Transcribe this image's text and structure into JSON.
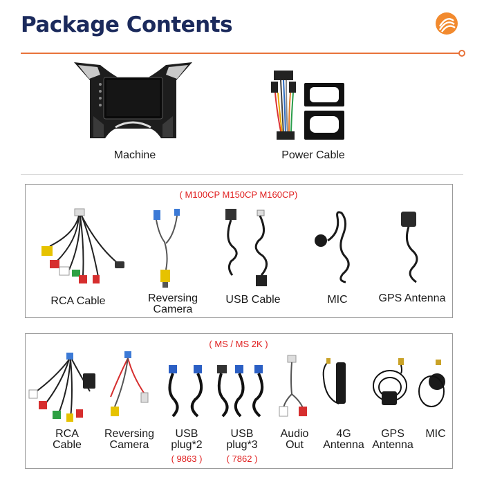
{
  "header": {
    "title": "Package Contents",
    "accent_color": "#e8733a",
    "title_color": "#1b2a5c",
    "logo_icon": "orange-coil-logo-icon"
  },
  "top_items": [
    {
      "label": "Machine",
      "icon": "car-head-unit-icon"
    },
    {
      "label": "Power Cable",
      "icon": "power-harness-icon"
    }
  ],
  "group1": {
    "title": "( M100CP M150CP M160CP)",
    "items": [
      {
        "label": "RCA Cable",
        "icon": "rca-cable-icon"
      },
      {
        "label": "Reversing Camera",
        "icon": "reversing-camera-cable-icon"
      },
      {
        "label": "USB Cable",
        "icon": "usb-cable-icon"
      },
      {
        "label": "MIC",
        "icon": "microphone-icon"
      },
      {
        "label": "GPS Antenna",
        "icon": "gps-antenna-icon"
      }
    ]
  },
  "group2": {
    "title": "( MS / MS 2K )",
    "items": [
      {
        "label": "RCA Cable",
        "icon": "rca-cable-icon"
      },
      {
        "label": "Reversing Camera",
        "icon": "reversing-camera-cable-icon"
      },
      {
        "label": "USB plug*2",
        "variant": "( 9863 )",
        "icon": "usb-plug-icon"
      },
      {
        "label": "USB plug*3",
        "variant": "( 7862 )",
        "icon": "usb-plug-icon"
      },
      {
        "label": "Audio Out",
        "icon": "audio-out-cable-icon"
      },
      {
        "label": "4G Antenna",
        "icon": "4g-antenna-icon"
      },
      {
        "label": "GPS Antenna",
        "icon": "gps-antenna-icon"
      },
      {
        "label": "MIC",
        "icon": "microphone-icon"
      }
    ]
  }
}
